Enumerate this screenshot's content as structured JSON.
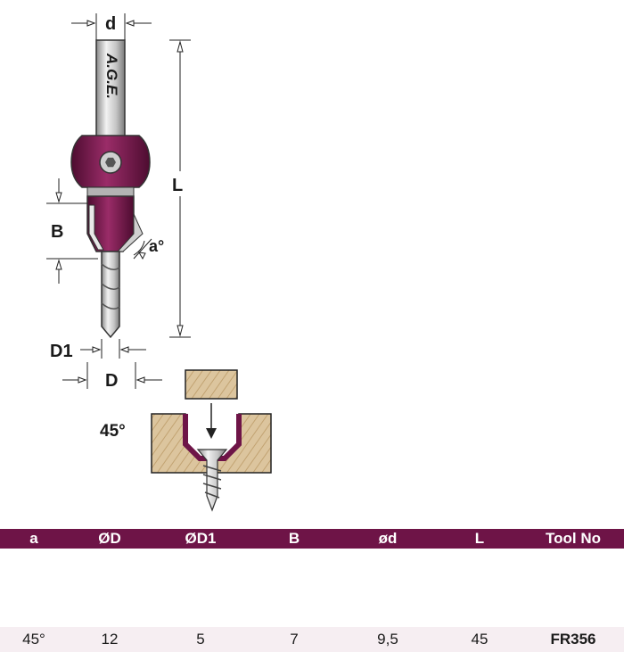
{
  "labels": {
    "d": "d",
    "L": "L",
    "B": "B",
    "a": "a°",
    "D1": "D1",
    "D": "D",
    "angle": "45°",
    "brand": "A.G.E."
  },
  "colors": {
    "accent": "#6e1447",
    "row_bg": "#f6eef2",
    "wood": "#d9c19a"
  },
  "table": {
    "headers": [
      "a",
      "ØD",
      "ØD1",
      "B",
      "ød",
      "L",
      "Tool No"
    ],
    "rows": [
      [
        "45°",
        "12",
        "5",
        "7",
        "9,5",
        "45",
        "FR356"
      ]
    ]
  }
}
